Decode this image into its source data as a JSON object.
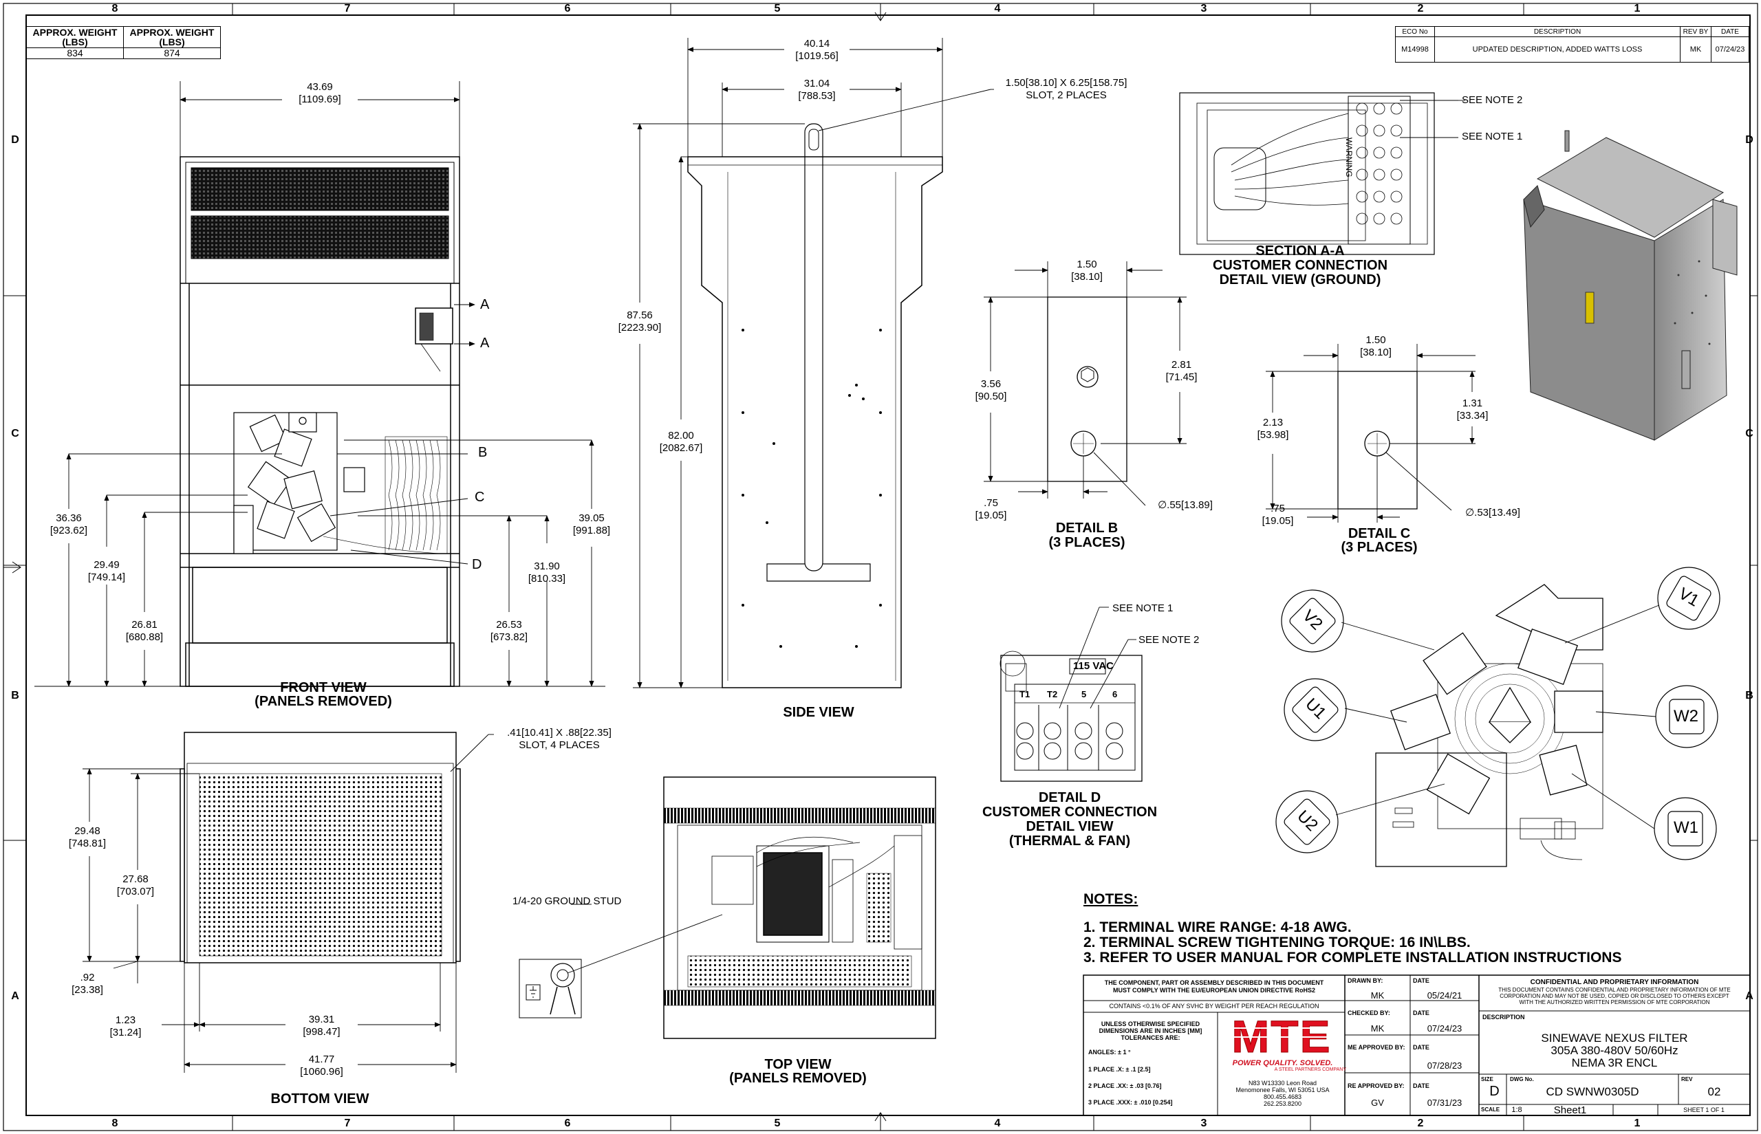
{
  "zones": {
    "columns": [
      "8",
      "7",
      "6",
      "5",
      "4",
      "3",
      "2",
      "1"
    ],
    "rows": [
      "D",
      "C",
      "B",
      "A"
    ]
  },
  "weight_table": {
    "headers": [
      "APPROX. WEIGHT (LBS)",
      "APPROX. WEIGHT (LBS)"
    ],
    "values": [
      "834",
      "874"
    ]
  },
  "revision_table": {
    "headers": [
      "ECO No",
      "DESCRIPTION",
      "REV BY",
      "DATE"
    ],
    "row": [
      "M14998",
      "UPDATED DESCRIPTION, ADDED WATTS LOSS",
      "MK",
      "07/24/23"
    ]
  },
  "views": {
    "front": {
      "title": "FRONT VIEW",
      "subtitle": "(PANELS REMOVED)"
    },
    "side": {
      "title": "SIDE VIEW"
    },
    "bottom": {
      "title": "BOTTOM VIEW"
    },
    "top": {
      "title": "TOP VIEW",
      "subtitle": "(PANELS REMOVED)"
    },
    "section_aa": {
      "title": "SECTION A-A",
      "line2": "CUSTOMER CONNECTION",
      "line3": "DETAIL VIEW (GROUND)"
    },
    "detail_b": {
      "title": "DETAIL B",
      "subtitle": "(3 PLACES)"
    },
    "detail_c": {
      "title": "DETAIL C",
      "subtitle": "(3 PLACES)"
    },
    "detail_d": {
      "title": "DETAIL D",
      "line2": "CUSTOMER CONNECTION",
      "line3": "DETAIL VIEW",
      "line4": "(THERMAL & FAN)"
    }
  },
  "callouts": {
    "a1": "A",
    "a2": "A",
    "b": "B",
    "c": "C",
    "d": "D",
    "see_note_2_top": "SEE NOTE 2",
    "see_note_1_top": "SEE NOTE 1",
    "see_note_1_d": "SEE NOTE 1",
    "see_note_2_d": "SEE NOTE 2",
    "slot_side": "1.50[38.10] X 6.25[158.75]",
    "slot_side_2": "SLOT, 2 PLACES",
    "slot_bottom": ".41[10.41] X .88[22.35]",
    "slot_bottom_2": "SLOT, 4 PLACES",
    "ground_stud": "1/4-20 GROUND STUD",
    "vac": "115 VAC",
    "terminals": [
      "T1",
      "T2",
      "5",
      "6"
    ],
    "phases": [
      "V2",
      "V1",
      "U1",
      "W2",
      "U2",
      "W1"
    ],
    "warning": "WARNING"
  },
  "dimensions": {
    "front_width": [
      "43.69",
      "[1109.69]"
    ],
    "front_36": [
      "36.36",
      "[923.62]"
    ],
    "front_29": [
      "29.49",
      "[749.14]"
    ],
    "front_26a": [
      "26.81",
      "[680.88]"
    ],
    "front_26b": [
      "26.53",
      "[673.82]"
    ],
    "front_31": [
      "31.90",
      "[810.33]"
    ],
    "front_39": [
      "39.05",
      "[991.88]"
    ],
    "side_40": [
      "40.14",
      "[1019.56]"
    ],
    "side_31": [
      "31.04",
      "[788.53]"
    ],
    "side_87": [
      "87.56",
      "[2223.90]"
    ],
    "side_82": [
      "82.00",
      "[2082.67]"
    ],
    "bottom_29": [
      "29.48",
      "[748.81]"
    ],
    "bottom_27": [
      "27.68",
      "[703.07]"
    ],
    "bottom_92": [
      ".92",
      "[23.38]"
    ],
    "bottom_123": [
      "1.23",
      "[31.24]"
    ],
    "bottom_39": [
      "39.31",
      "[998.47]"
    ],
    "bottom_41": [
      "41.77",
      "[1060.96]"
    ],
    "b_150": [
      "1.50",
      "[38.10]"
    ],
    "b_356": [
      "3.56",
      "[90.50]"
    ],
    "b_281": [
      "2.81",
      "[71.45]"
    ],
    "b_75": [
      ".75",
      "[19.05]"
    ],
    "b_hole": "∅.55[13.89]",
    "c_150": [
      "1.50",
      "[38.10]"
    ],
    "c_213": [
      "2.13",
      "[53.98]"
    ],
    "c_131": [
      "1.31",
      "[33.34]"
    ],
    "c_75": [
      ".75",
      "[19.05]"
    ],
    "c_hole": "∅.53[13.49]"
  },
  "notes": {
    "title": "NOTES:",
    "items": [
      "1.  TERMINAL WIRE RANGE: 4-18 AWG.",
      "2.  TERMINAL SCREW TIGHTENING TORQUE: 16 IN\\LBS.",
      "3.  REFER TO USER MANUAL FOR COMPLETE INSTALLATION INSTRUCTIONS"
    ]
  },
  "title_block": {
    "compliance_1": "THE COMPONENT, PART OR ASSEMBLY DESCRIBED IN THIS DOCUMENT",
    "compliance_2": "MUST COMPLY WITH THE EU/EUROPEAN UNION DIRECTIVE RoHS2",
    "reach": "CONTAINS <0.1% OF ANY SVHC BY WEIGHT PER REACH REGULATION",
    "tol_head_1": "UNLESS OTHERWISE SPECIFIED",
    "tol_head_2": "DIMENSIONS ARE IN INCHES [MM]",
    "tol_head_3": "TOLERANCES ARE:",
    "tol_angles": "ANGLES: ± 1 °",
    "tol_1": "1 PLACE .X:  ± .1 [2.5]",
    "tol_2": "2 PLACE .XX:  ± .03 [0.76]",
    "tol_3": "3 PLACE .XXX:  ± .010 [0.254]",
    "logo": "MTE",
    "tagline": "POWER QUALITY. SOLVED.",
    "steel": "A STEEL PARTNERS COMPANY",
    "addr_1": "N83 W13330 Leon Road",
    "addr_2": "Menomonee Falls, WI 53051 USA",
    "addr_3": "800.455.4683",
    "addr_4": "262.253.8200",
    "drawn_by_label": "DRAWN BY:",
    "drawn_by": "MK",
    "drawn_date": "05/24/21",
    "checked_by_label": "CHECKED BY:",
    "checked_by": "MK",
    "checked_date": "07/24/23",
    "me_label": "ME APPROVED BY:",
    "me_by": "",
    "me_date": "07/28/23",
    "re_label": "RE APPROVED BY:",
    "re_by": "GV",
    "re_date": "07/31/23",
    "date_label": "DATE",
    "conf_title": "CONFIDENTIAL AND PROPRIETARY INFORMATION",
    "conf_1": "THIS DOCUMENT CONTAINS CONFIDENTIAL AND PROPRIETARY INFORMATION OF MTE",
    "conf_2": "CORPORATION AND MAY NOT BE USED, COPIED OR DISCLOSED TO OTHERS EXCEPT",
    "conf_3": "WITH THE AUTHORIZED WRITTEN PERMISSION OF MTE CORPORATION",
    "desc_label": "DESCRIPTION",
    "desc_1": "SINEWAVE NEXUS FILTER",
    "desc_2": "305A 380-480V 50/60Hz",
    "desc_3": "NEMA 3R ENCL",
    "size_label": "SIZE",
    "size": "D",
    "dwg_label": "DWG No.",
    "dwg": "CD SWNW0305D",
    "rev_label": "REV",
    "rev": "02",
    "scale_label": "SCALE",
    "scale": "1:8",
    "sheet_name": "Sheet1",
    "sheet": "SHEET 1  OF 1"
  }
}
